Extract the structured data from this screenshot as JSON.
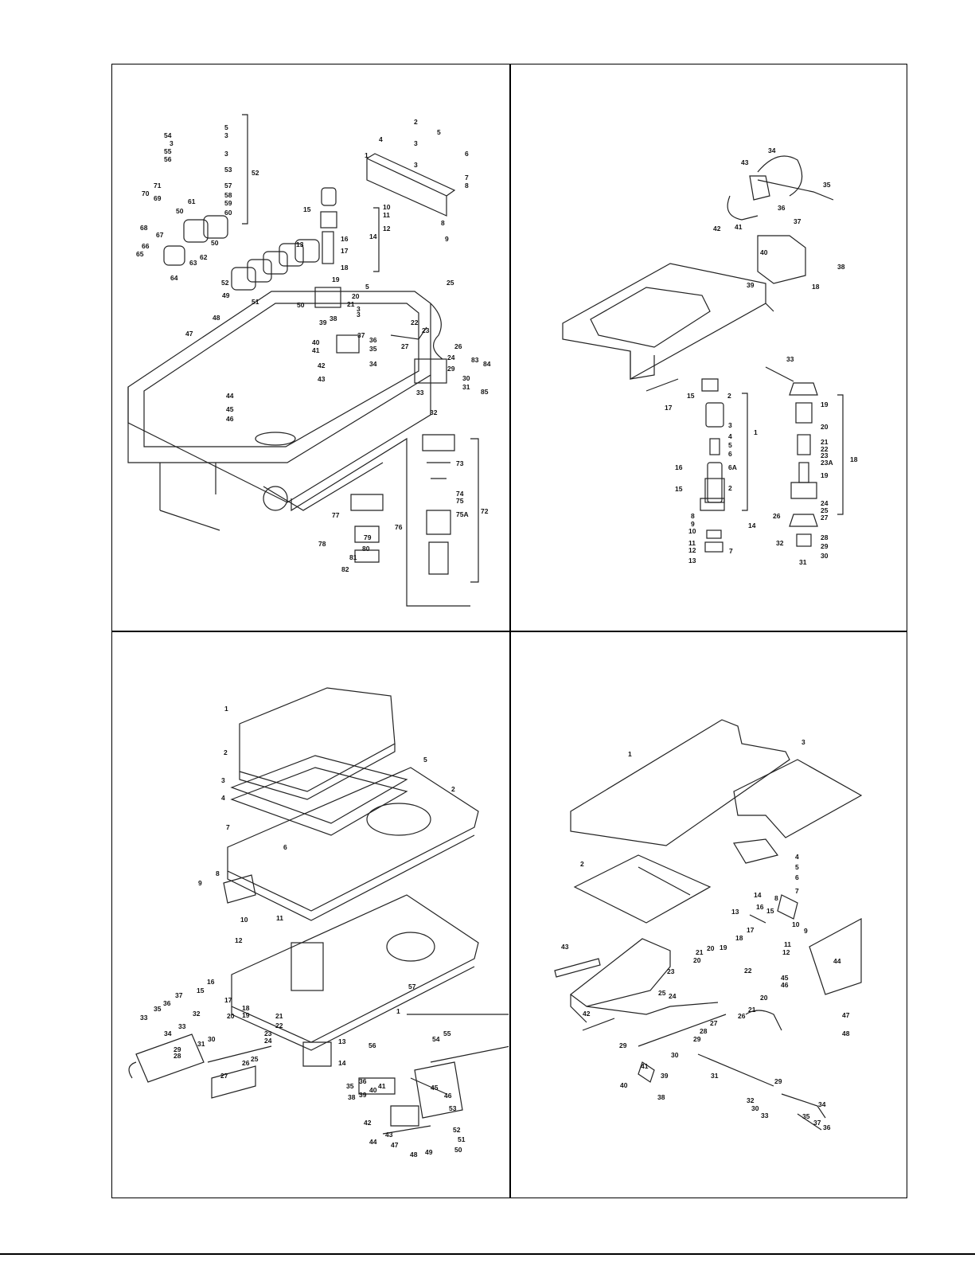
{
  "panels": [
    {
      "name": "valve-base-assembly",
      "callouts": [
        {
          "text": "54"
        },
        {
          "text": "3"
        },
        {
          "text": "55"
        },
        {
          "text": "56"
        },
        {
          "text": "5"
        },
        {
          "text": "3"
        },
        {
          "text": "3"
        },
        {
          "text": "53"
        },
        {
          "text": "52"
        },
        {
          "text": "71"
        },
        {
          "text": "70"
        },
        {
          "text": "69"
        },
        {
          "text": "57"
        },
        {
          "text": "58"
        },
        {
          "text": "59"
        },
        {
          "text": "61"
        },
        {
          "text": "60"
        },
        {
          "text": "50"
        },
        {
          "text": "68"
        },
        {
          "text": "67"
        },
        {
          "text": "66"
        },
        {
          "text": "65"
        },
        {
          "text": "62"
        },
        {
          "text": "63"
        },
        {
          "text": "50"
        },
        {
          "text": "64"
        },
        {
          "text": "2"
        },
        {
          "text": "4"
        },
        {
          "text": "3"
        },
        {
          "text": "3"
        },
        {
          "text": "5"
        },
        {
          "text": "1"
        },
        {
          "text": "6"
        },
        {
          "text": "7"
        },
        {
          "text": "8"
        },
        {
          "text": "15"
        },
        {
          "text": "10"
        },
        {
          "text": "11"
        },
        {
          "text": "8"
        },
        {
          "text": "12"
        },
        {
          "text": "9"
        },
        {
          "text": "14"
        },
        {
          "text": "16"
        },
        {
          "text": "13"
        },
        {
          "text": "17"
        },
        {
          "text": "18"
        },
        {
          "text": "19"
        },
        {
          "text": "5"
        },
        {
          "text": "52"
        },
        {
          "text": "20"
        },
        {
          "text": "25"
        },
        {
          "text": "49"
        },
        {
          "text": "51"
        },
        {
          "text": "50"
        },
        {
          "text": "21"
        },
        {
          "text": "3"
        },
        {
          "text": "48"
        },
        {
          "text": "39"
        },
        {
          "text": "38"
        },
        {
          "text": "3"
        },
        {
          "text": "22"
        },
        {
          "text": "23"
        },
        {
          "text": "47"
        },
        {
          "text": "40"
        },
        {
          "text": "37"
        },
        {
          "text": "41"
        },
        {
          "text": "27"
        },
        {
          "text": "26"
        },
        {
          "text": "36"
        },
        {
          "text": "35"
        },
        {
          "text": "24"
        },
        {
          "text": "42"
        },
        {
          "text": "34"
        },
        {
          "text": "43"
        },
        {
          "text": "83"
        },
        {
          "text": "84"
        },
        {
          "text": "29"
        },
        {
          "text": "30"
        },
        {
          "text": "31"
        },
        {
          "text": "33"
        },
        {
          "text": "85"
        },
        {
          "text": "44"
        },
        {
          "text": "45"
        },
        {
          "text": "46"
        },
        {
          "text": "32"
        },
        {
          "text": "73"
        },
        {
          "text": "74"
        },
        {
          "text": "75"
        },
        {
          "text": "75A"
        },
        {
          "text": "72"
        },
        {
          "text": "77"
        },
        {
          "text": "76"
        },
        {
          "text": "79"
        },
        {
          "text": "78"
        },
        {
          "text": "80"
        },
        {
          "text": "81"
        },
        {
          "text": "82"
        }
      ]
    },
    {
      "name": "column-cylinder-assembly",
      "callouts": [
        {
          "text": "34"
        },
        {
          "text": "43"
        },
        {
          "text": "35"
        },
        {
          "text": "36"
        },
        {
          "text": "37"
        },
        {
          "text": "42"
        },
        {
          "text": "41"
        },
        {
          "text": "40"
        },
        {
          "text": "38"
        },
        {
          "text": "39"
        },
        {
          "text": "18"
        },
        {
          "text": "33"
        },
        {
          "text": "17"
        },
        {
          "text": "15"
        },
        {
          "text": "2"
        },
        {
          "text": "3"
        },
        {
          "text": "4"
        },
        {
          "text": "5"
        },
        {
          "text": "6"
        },
        {
          "text": "1"
        },
        {
          "text": "6A"
        },
        {
          "text": "16"
        },
        {
          "text": "15"
        },
        {
          "text": "2"
        },
        {
          "text": "14"
        },
        {
          "text": "8"
        },
        {
          "text": "9"
        },
        {
          "text": "10"
        },
        {
          "text": "11"
        },
        {
          "text": "12"
        },
        {
          "text": "13"
        },
        {
          "text": "7"
        },
        {
          "text": "19"
        },
        {
          "text": "20"
        },
        {
          "text": "21"
        },
        {
          "text": "22"
        },
        {
          "text": "23"
        },
        {
          "text": "23A"
        },
        {
          "text": "19"
        },
        {
          "text": "18"
        },
        {
          "text": "24"
        },
        {
          "text": "25"
        },
        {
          "text": "26"
        },
        {
          "text": "27"
        },
        {
          "text": "28"
        },
        {
          "text": "29"
        },
        {
          "text": "32"
        },
        {
          "text": "30"
        },
        {
          "text": "31"
        }
      ]
    },
    {
      "name": "seat-frame-assembly",
      "callouts": [
        {
          "text": "1"
        },
        {
          "text": "2"
        },
        {
          "text": "5"
        },
        {
          "text": "2"
        },
        {
          "text": "3"
        },
        {
          "text": "4"
        },
        {
          "text": "7"
        },
        {
          "text": "6"
        },
        {
          "text": "8"
        },
        {
          "text": "9"
        },
        {
          "text": "10"
        },
        {
          "text": "11"
        },
        {
          "text": "12"
        },
        {
          "text": "57"
        },
        {
          "text": "16"
        },
        {
          "text": "15"
        },
        {
          "text": "37"
        },
        {
          "text": "17"
        },
        {
          "text": "36"
        },
        {
          "text": "35"
        },
        {
          "text": "32"
        },
        {
          "text": "18"
        },
        {
          "text": "21"
        },
        {
          "text": "33"
        },
        {
          "text": "20"
        },
        {
          "text": "19"
        },
        {
          "text": "22"
        },
        {
          "text": "1"
        },
        {
          "text": "33"
        },
        {
          "text": "34"
        },
        {
          "text": "31"
        },
        {
          "text": "30"
        },
        {
          "text": "23"
        },
        {
          "text": "24"
        },
        {
          "text": "29"
        },
        {
          "text": "28"
        },
        {
          "text": "25"
        },
        {
          "text": "26"
        },
        {
          "text": "13"
        },
        {
          "text": "27"
        },
        {
          "text": "14"
        },
        {
          "text": "55"
        },
        {
          "text": "54"
        },
        {
          "text": "56"
        },
        {
          "text": "35"
        },
        {
          "text": "36"
        },
        {
          "text": "41"
        },
        {
          "text": "40"
        },
        {
          "text": "45"
        },
        {
          "text": "38"
        },
        {
          "text": "39"
        },
        {
          "text": "46"
        },
        {
          "text": "53"
        },
        {
          "text": "42"
        },
        {
          "text": "43"
        },
        {
          "text": "52"
        },
        {
          "text": "44"
        },
        {
          "text": "47"
        },
        {
          "text": "51"
        },
        {
          "text": "48"
        },
        {
          "text": "49"
        },
        {
          "text": "50"
        }
      ]
    },
    {
      "name": "tabletop-linkage-assembly",
      "callouts": [
        {
          "text": "1"
        },
        {
          "text": "3"
        },
        {
          "text": "4"
        },
        {
          "text": "5"
        },
        {
          "text": "2"
        },
        {
          "text": "6"
        },
        {
          "text": "8"
        },
        {
          "text": "7"
        },
        {
          "text": "14"
        },
        {
          "text": "13"
        },
        {
          "text": "16"
        },
        {
          "text": "15"
        },
        {
          "text": "10"
        },
        {
          "text": "9"
        },
        {
          "text": "11"
        },
        {
          "text": "12"
        },
        {
          "text": "17"
        },
        {
          "text": "18"
        },
        {
          "text": "43"
        },
        {
          "text": "21"
        },
        {
          "text": "20"
        },
        {
          "text": "19"
        },
        {
          "text": "20"
        },
        {
          "text": "22"
        },
        {
          "text": "45"
        },
        {
          "text": "44"
        },
        {
          "text": "46"
        },
        {
          "text": "23"
        },
        {
          "text": "25"
        },
        {
          "text": "24"
        },
        {
          "text": "20"
        },
        {
          "text": "21"
        },
        {
          "text": "26"
        },
        {
          "text": "42"
        },
        {
          "text": "27"
        },
        {
          "text": "47"
        },
        {
          "text": "28"
        },
        {
          "text": "48"
        },
        {
          "text": "29"
        },
        {
          "text": "29"
        },
        {
          "text": "30"
        },
        {
          "text": "41"
        },
        {
          "text": "31"
        },
        {
          "text": "39"
        },
        {
          "text": "29"
        },
        {
          "text": "40"
        },
        {
          "text": "38"
        },
        {
          "text": "32"
        },
        {
          "text": "30"
        },
        {
          "text": "34"
        },
        {
          "text": "33"
        },
        {
          "text": "35"
        },
        {
          "text": "37"
        },
        {
          "text": "36"
        }
      ]
    }
  ]
}
